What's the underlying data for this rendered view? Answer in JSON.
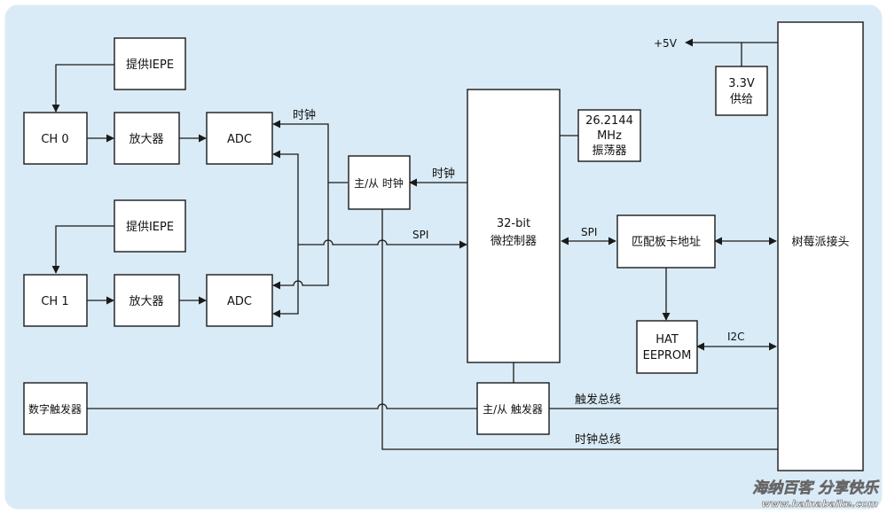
{
  "colors": {
    "background": "#d9ebf6",
    "box": "#ffffff",
    "line": "#1a1a1a"
  },
  "blocks": {
    "iepe0": "提供IEPE",
    "iepe1": "提供IEPE",
    "ch0": "CH 0",
    "ch1": "CH 1",
    "amp0": "放大器",
    "amp1": "放大器",
    "adc0": "ADC",
    "adc1": "ADC",
    "master_clock": "主/从 时钟",
    "mcu_line1": "32-bit",
    "mcu_line2": "微控制器",
    "osc_line1": "26.2144",
    "osc_line2": "MHz",
    "osc_line3": "振荡器",
    "card_address": "匹配板卡地址",
    "hat_line1": "HAT",
    "hat_line2": "EEPROM",
    "pi_header": "树莓派接头",
    "supply_line1": "3.3V",
    "supply_line2": "供给",
    "digital_trigger": "数字触发器",
    "master_trigger": "主/从 触发器"
  },
  "labels": {
    "clock_top": "时钟",
    "clock_mid": "时钟",
    "spi_left": "SPI",
    "spi_right": "SPI",
    "i2c": "I2C",
    "plus5v": "+5V",
    "trigger_bus": "触发总线",
    "clock_bus": "时钟总线"
  },
  "watermark": {
    "line1": "海纳百客 分享快乐",
    "line2": "www.hainabaike.com"
  }
}
